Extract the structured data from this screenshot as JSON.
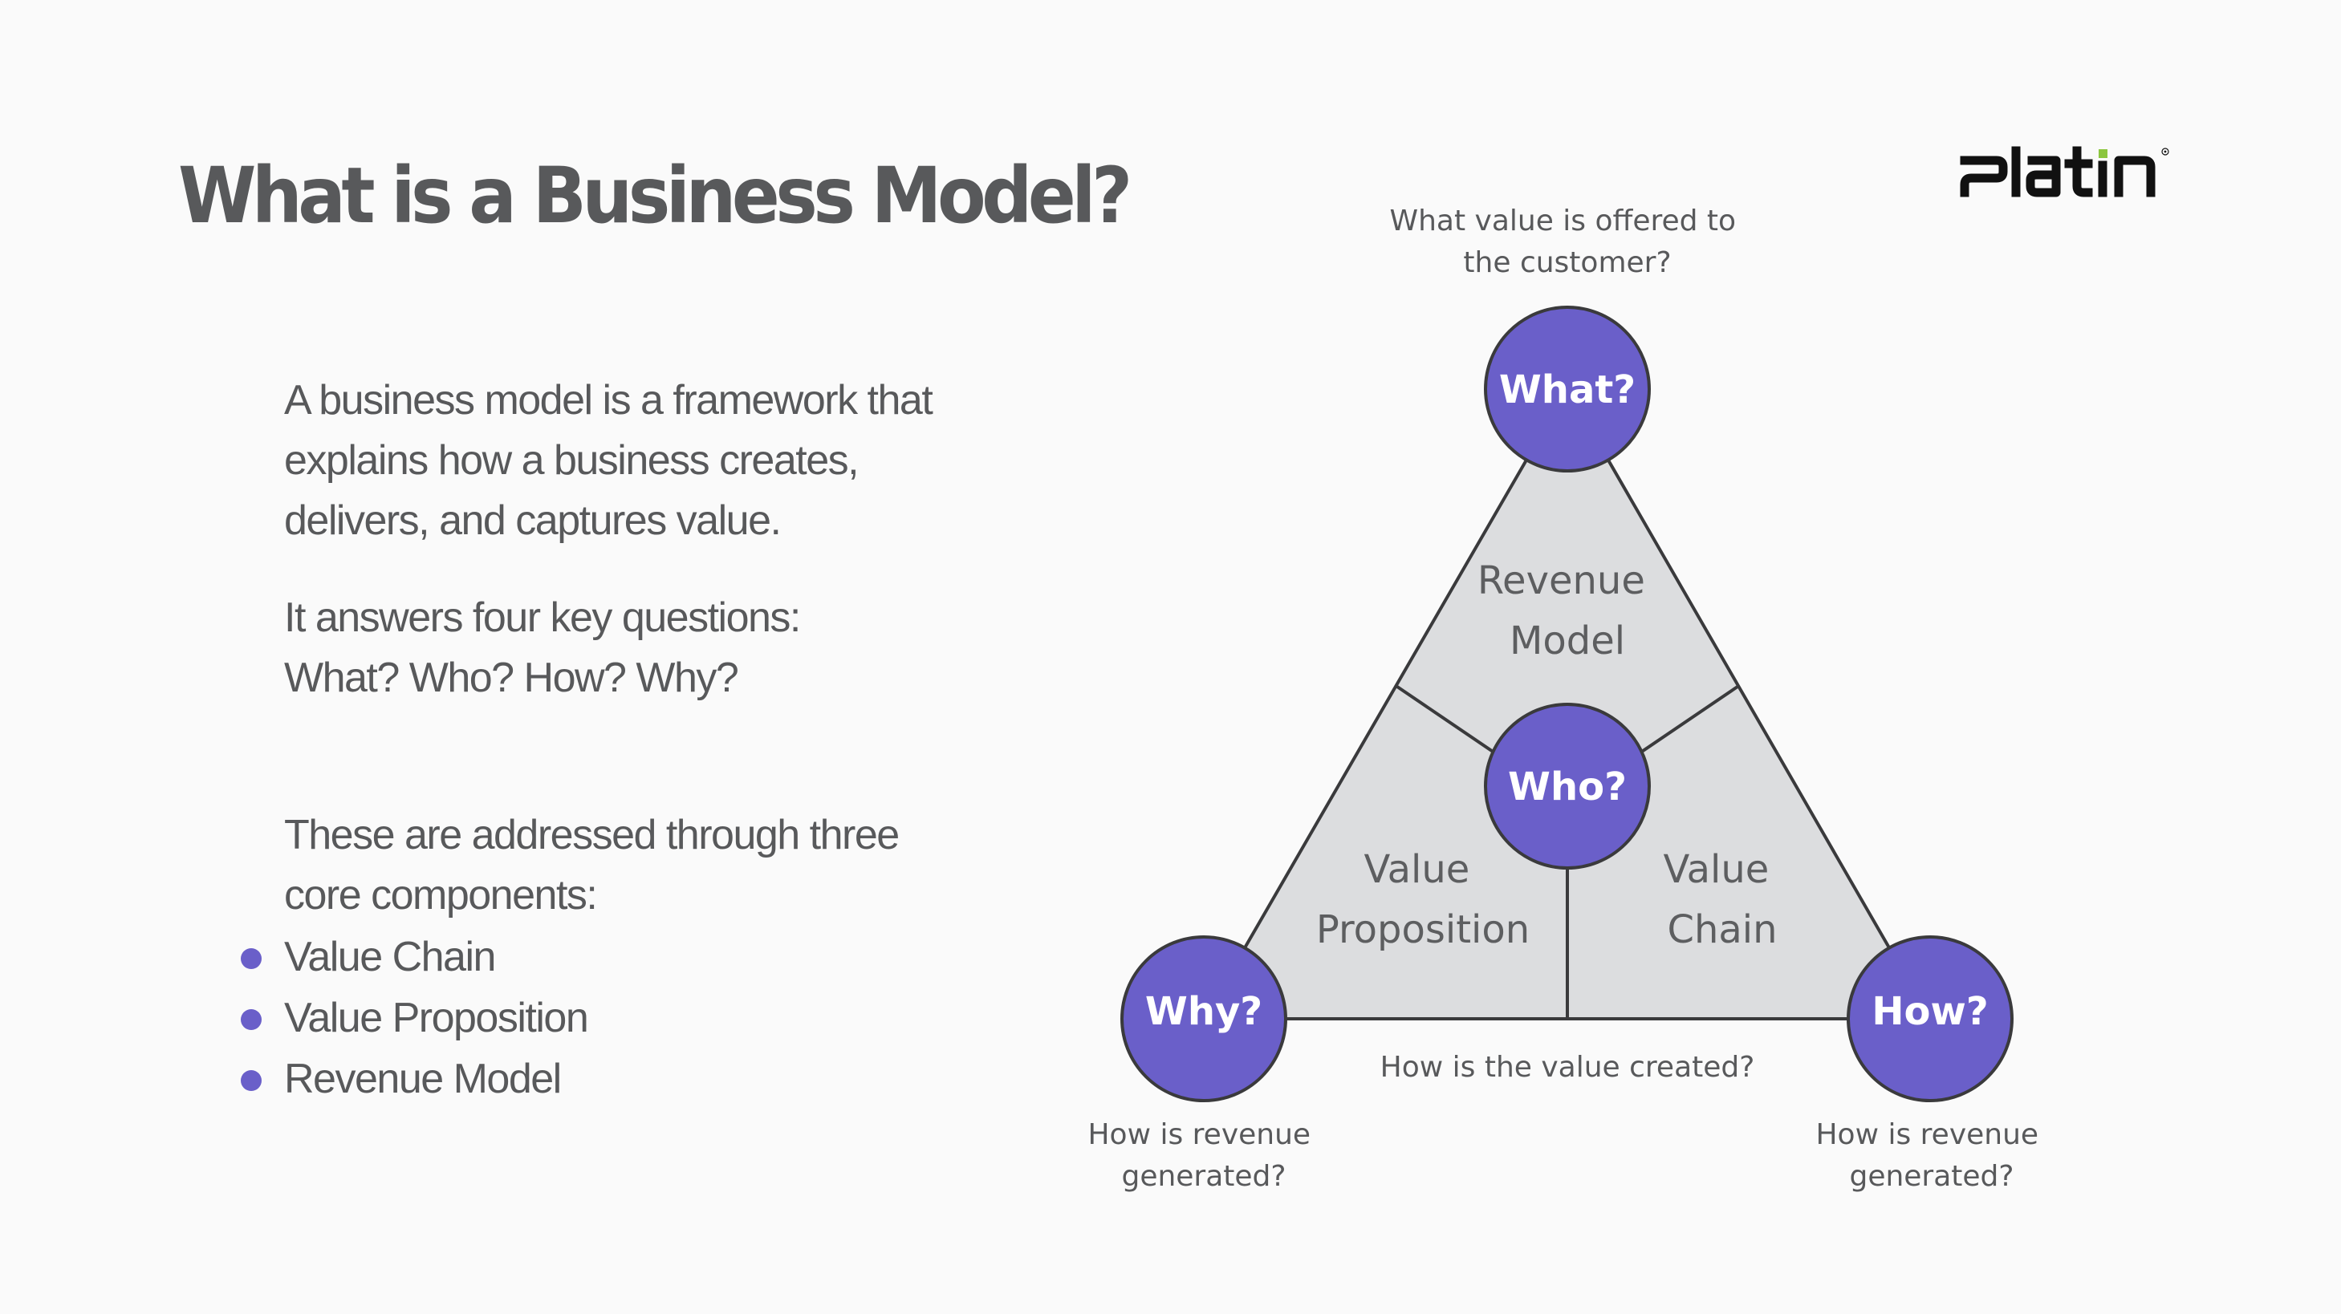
{
  "slide": {
    "title": "What is a Business Model?",
    "logo": {
      "text": "Platin",
      "registered_mark": "®",
      "accent_color": "#8cc63f",
      "color": "#111111"
    },
    "intro": {
      "paragraph1": [
        "A business model is a framework that",
        "explains how a business creates,",
        "delivers, and captures value."
      ],
      "paragraph2": [
        "It answers four key questions:",
        "What? Who? How? Why?"
      ],
      "paragraph3": [
        "These are addressed through three",
        "core components:"
      ]
    },
    "components": [
      {
        "label": "Value Chain"
      },
      {
        "label": "Value Proposition"
      },
      {
        "label": "Revenue Model"
      }
    ],
    "colors": {
      "accent": "#6a5fc9",
      "text": "#58595b",
      "triangle_fill": "#dcdddf",
      "stroke": "#3a3a3c",
      "background": "#fafafa"
    }
  },
  "diagram": {
    "nodes": {
      "what": "What?",
      "who": "Who?",
      "why": "Why?",
      "how": "How?"
    },
    "segments": {
      "top": [
        "Revenue",
        "Model"
      ],
      "left": [
        "Value",
        "Proposition"
      ],
      "right": [
        "Value",
        "Chain"
      ]
    },
    "questions": {
      "top": [
        "What value is offered to",
        "the customer?"
      ],
      "bottom": "How is the value created?",
      "left": [
        "How is revenue",
        "generated?"
      ],
      "right": [
        "How is revenue",
        "generated?"
      ]
    }
  }
}
